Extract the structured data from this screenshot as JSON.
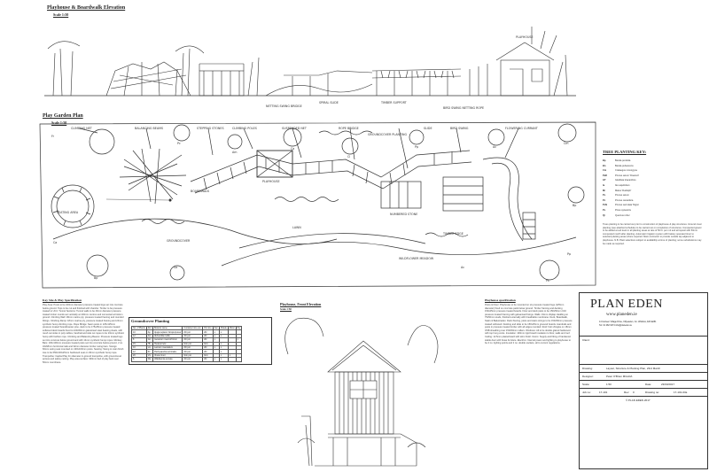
{
  "elevation": {
    "title": "Playhouse & Boardwalk Elevation",
    "scale": "Scale 1:50",
    "annotations": [
      "PLAYHOUSE",
      "SPIRAL SLIDE",
      "NETTING SWING BRIDGE",
      "TIMBER SUPPORT",
      "BIRD SWING NETTING ROPE"
    ]
  },
  "plan": {
    "title": "Play Garden Plan",
    "scale": "Scale 1:50",
    "annotations": [
      "CLIMBING NET",
      "BALANCING BEAMS",
      "STEPPING STONES",
      "CLIMBING POLES",
      "SUSPENDED NET",
      "ROPE BRIDGE",
      "GROUNDCOVER PLANTING",
      "SLIDE",
      "BIRD SWING",
      "PLAYHOUSE",
      "FLOWERING CURRANT",
      "NUMBERED STONE",
      "BOARDWALK",
      "GROUNDCOVER",
      "LAWN",
      "WILDFLOWER MEADOW",
      "TIMBER EDGE",
      "SEATING AREA"
    ],
    "tree_labels": [
      "Fr",
      "Pc",
      "Am",
      "Ca",
      "Cl",
      "Pp",
      "Ac",
      "Cm",
      "Bp",
      "Sa",
      "Ps",
      "Bp",
      "Ca",
      "Pp",
      "Ac"
    ]
  },
  "tree_key": {
    "title": "TREE PLANTING KEY:",
    "items": [
      {
        "code": "Bp",
        "name": "Betula pendula"
      },
      {
        "code": "Bn",
        "name": "Betula pubescens"
      },
      {
        "code": "Cm",
        "name": "Crataegus monogyna"
      },
      {
        "code": "PaD",
        "name": "Prunus avium 'Dowcett'"
      },
      {
        "code": "GT",
        "name": "Gleditsia triacanthos"
      },
      {
        "code": "Ia",
        "name": "Ilex aquifolium"
      },
      {
        "code": "Mr",
        "name": "Malus 'Rudolph'"
      },
      {
        "code": "Ps",
        "name": "Prunus avium"
      },
      {
        "code": "Pc",
        "name": "Prunus cerasifera"
      },
      {
        "code": "PsN",
        "name": "Prunus serrulata 'Nigra'"
      },
      {
        "code": "Ps",
        "name": "Pinus sylvestris"
      },
      {
        "code": "Qr",
        "name": "Quercus robur"
      }
    ],
    "notes": "Trees planting to be carried out prior to construction of playhouse & play structures. Ground cover planting (see attached schedule) to be carried out on completion of structures. Compacted gravel to be added at soil level in all planting areas at rate of 50 ltr. per m2 and all topsoil with 50mm composted mulch after planting. Automatic irrigation system with battery operated timer to selected planting areas where required. Main contractor to provide outside tap adjacent to playhouse. N.B. Plant selections subject to availability at time of planting; some substitutions may be made as required."
  },
  "spec_left": {
    "title": "Key Site & Play Specification",
    "text": "Play Area: Posts to be 100mm diameter pressure treated logs set into concrete below ground. Tops to be cut and finished with chamfer. Timber to be pressure treated to UC4. Tunnel Sections: Tunnel walls to be 40mm diameter pressure treated timber rounds set vertically at 100mm centres and connected at bottom ground. Climbing Wall: 18mm marine ply, pressure treated framing and rounded fittings. Climbing Ramp: 18mm marine ply, pressure treated framing and 24mm synthetic hemp climbing rope. Rope Bridge: Sawn posts in 125x125mm pressure treated Scandinavian pine, deck to be 175x45mm pressure treated softwood deck boards fixed to 100x50mm galvanised steel bearing cleats, with mesh net sides in poly cables, handrail and side net ropes to be 24mm synthetic hemp with fashion rope. Climbing and Balancing Beams: Pressure treated logs set into concrete below ground and with 14mm synthetic hemp ropes. Monkey Bars: 100x100mm pressure treated posts set into concrete below ground, 2 no. 32x68mm horizontal rails and 32mm diameter timber swing bars. Swings: 60mm swing seat mounted on 100x100mm posts. Seating: Swing to main finish tree to be 650x100x25mm hardwood seat on 30mm synthetic hemp rope. Trampoline: Capital Play 3m diameter in-ground trampoline, with ground-level access and safety netting. Play area surface: 300mm bed of play bark over 50mm membrane."
  },
  "groundcover": {
    "title": "Groundcover Planting",
    "headers": [
      "No. of Plants",
      "Ref.",
      "Botanic name",
      "Container size etc.",
      "Pot size",
      "Sun",
      "Shade",
      "Moist",
      "Dry"
    ],
    "rows": [
      [
        "10",
        "Ap",
        "Ajuga reptans 'Atropurpurea'",
        "2ltr pot",
        "2ltr",
        "x",
        "x",
        "",
        ""
      ],
      [
        "12",
        "Am",
        "Alchemilla mollis",
        "2ltr pot",
        "2ltr",
        "x",
        "x",
        "",
        ""
      ],
      [
        "8",
        "Gm",
        "Geranium macrorrhizum",
        "2ltr pot",
        "2ltr",
        "x",
        "",
        "",
        "x"
      ],
      [
        "15",
        "Hh",
        "Hedera helix",
        "9cm pot",
        "9cm",
        "",
        "x",
        "",
        ""
      ],
      [
        "10",
        "Lm",
        "Lamium maculatum",
        "2ltr pot",
        "2ltr",
        "x",
        "x",
        "",
        ""
      ],
      [
        "12",
        "Pv",
        "Pachysandra terminalis",
        "2ltr pot",
        "2ltr",
        "",
        "x",
        "",
        ""
      ],
      [
        "20",
        "Vm",
        "Vinca minor",
        "9cm pot",
        "9cm",
        "",
        "x",
        "x",
        ""
      ],
      [
        "6",
        "Ws",
        "Waldsteinia ternata",
        "2ltr pot",
        "2ltr",
        "x",
        "x",
        "",
        ""
      ]
    ]
  },
  "front_elevation": {
    "title": "Playhouse, Front Elevation",
    "scale": "Scale 1:50"
  },
  "spec_right": {
    "title": "Playhouse specification",
    "text": "Posts & Floor: Playhouse to be mounted on six pressure treated logs (125mm diameter) fixed on concrete pads below ground. Timber framing and decking 150x25mm pressure treated boards. Floor and deck joists to be 150x50mm C16 pressure treated framing with galvanised fixings. Walls: 19mm shiplap cladding on 75x50mm studs, finished externally with breathable membrane. Deck, Boardwalk, Stairs & Balustrades: Deck flooring, joists and stairs strings to be 150x50mm pressure treated softwood. Decking and slide to be 150x25mm grooved boards. Handrails and posts in pressure treated timber with all edges rounded. Roof: Felt shingles on 18mm OSB sheathing over 150x50mm rafters. Windows: All to be double glazed hardwood with top hung vents. Insulation: 100mm rigid board insulation to floor, walls and roof. Ceiling: 12.5mm plasterboard with skim finish. Doors: Supply and fitting of hardwood stable door with brass furniture. Electrics: Internal power and lighting to playhouse to be 4 no. lighting points and 2 no. double sockets, all to current regulations."
  },
  "brand": {
    "name": "PLAN EDEN",
    "url": "www.planeden.ie",
    "address": "14 Gurteen Village Drive, Killyeaden, Co. Wicklow, A63 E281",
    "phone": "Tel: 01 282 9474   info@planeden.ie"
  },
  "title_block": {
    "client_label": "Client:",
    "client_value": "",
    "drawing_label": "Drawing:",
    "drawing_value": "Layout, Structure & Planting Plan, 23rd March",
    "designer_label": "Designer:",
    "designer_value": "Peter O'Brien MGLDA",
    "scale_label": "Scale:",
    "scale_value": "1:50",
    "date_label": "Date:",
    "date_value": "23/03/2017",
    "job_label": "Job no:",
    "job_value": "17-101",
    "rev_label": "Rev:",
    "rev_value": "0",
    "dwg_label": "Drawing no:",
    "dwg_value": "17-101-03a",
    "copyright": "© PLAN EDEN 2017"
  }
}
